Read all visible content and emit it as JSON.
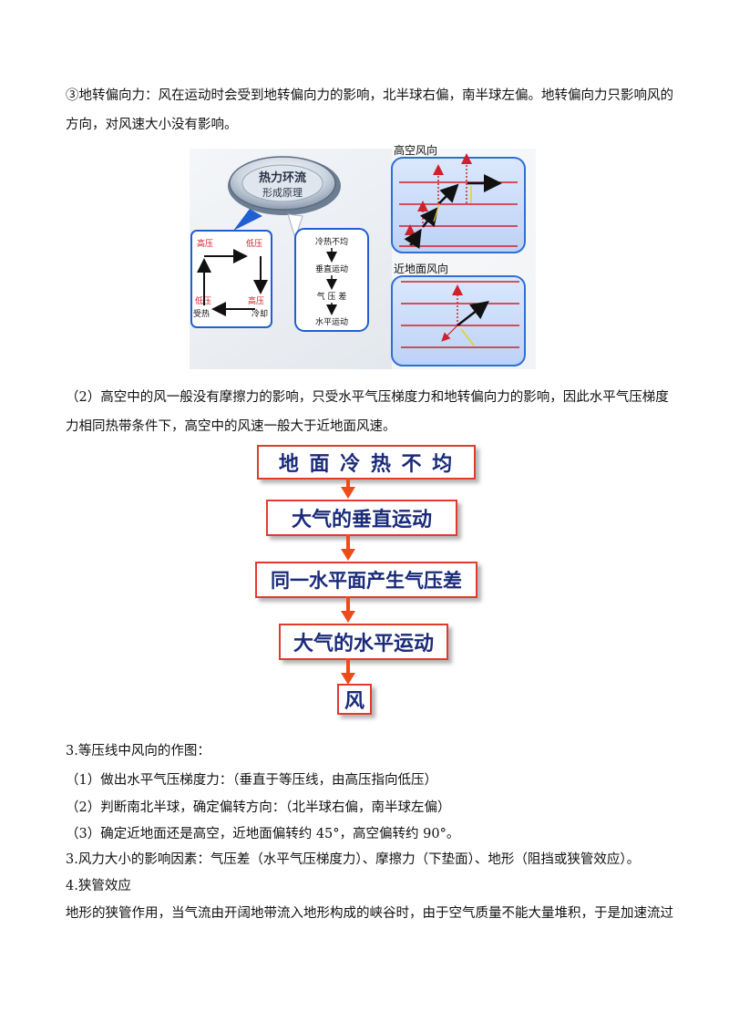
{
  "paragraphs": {
    "p1_line1": "③地转偏向力：风在运动时会受到地转偏向力的影响，北半球右偏，南半球左偏。地转偏向力只影响风的",
    "p1_line2": "方向，对风速大小没有影响。",
    "p2_line1": "（2）高空中的风一般没有摩擦力的影响，只受水平气压梯度力和地转偏向力的影响，因此水平气压梯度",
    "p2_line2": "力相同热带条件下，高空中的风速一般大于近地面风速。",
    "s3_title": "3.等压线中风向的作图：",
    "s3_item1": "（1）做出水平气压梯度力：（垂直于等压线，由高压指向低压）",
    "s3_item2": "（2）判断南北半球，确定偏转方向：（北半球右偏，南半球左偏）",
    "s3_item3": "（3）确定近地面还是高空，近地面偏转约 45°，高空偏转约 90°。",
    "s4_title": "3.风力大小的影响因素：气压差（水平气压梯度力）、摩擦力（下垫面）、地形（阻挡或狭管效应）。",
    "s5_title": "4.狭管效应",
    "s5_line1": "地形的狭管作用，当气流由开阔地带流入地形构成的峡谷时，由于空气质量不能大量堆积，于是加速流过"
  },
  "figure1": {
    "button_line1": "热力环流",
    "button_line2": "形成原理",
    "cycle": {
      "top_left": "高压",
      "top_right": "低压",
      "bottom_left": "低压",
      "bottom_right": "高压",
      "bottom_left_sub": "受热",
      "bottom_right_sub": "冷却"
    },
    "steps": [
      "冷热不均",
      "垂直运动",
      "气 压 差",
      "水平运动"
    ],
    "upper_title": "高空风向",
    "lower_title": "近地面风向"
  },
  "flowchart": {
    "boxes": [
      "地 面 冷 热 不 均",
      "大气的垂直运动",
      "同一水平面产生气压差",
      "大气的水平运动",
      "风"
    ]
  },
  "colors": {
    "accent_red": "#e23b2e",
    "arrow_orange": "#ee4b1c",
    "text_navy": "#1a2b7a",
    "panel_blue": "#cfe0fb"
  }
}
